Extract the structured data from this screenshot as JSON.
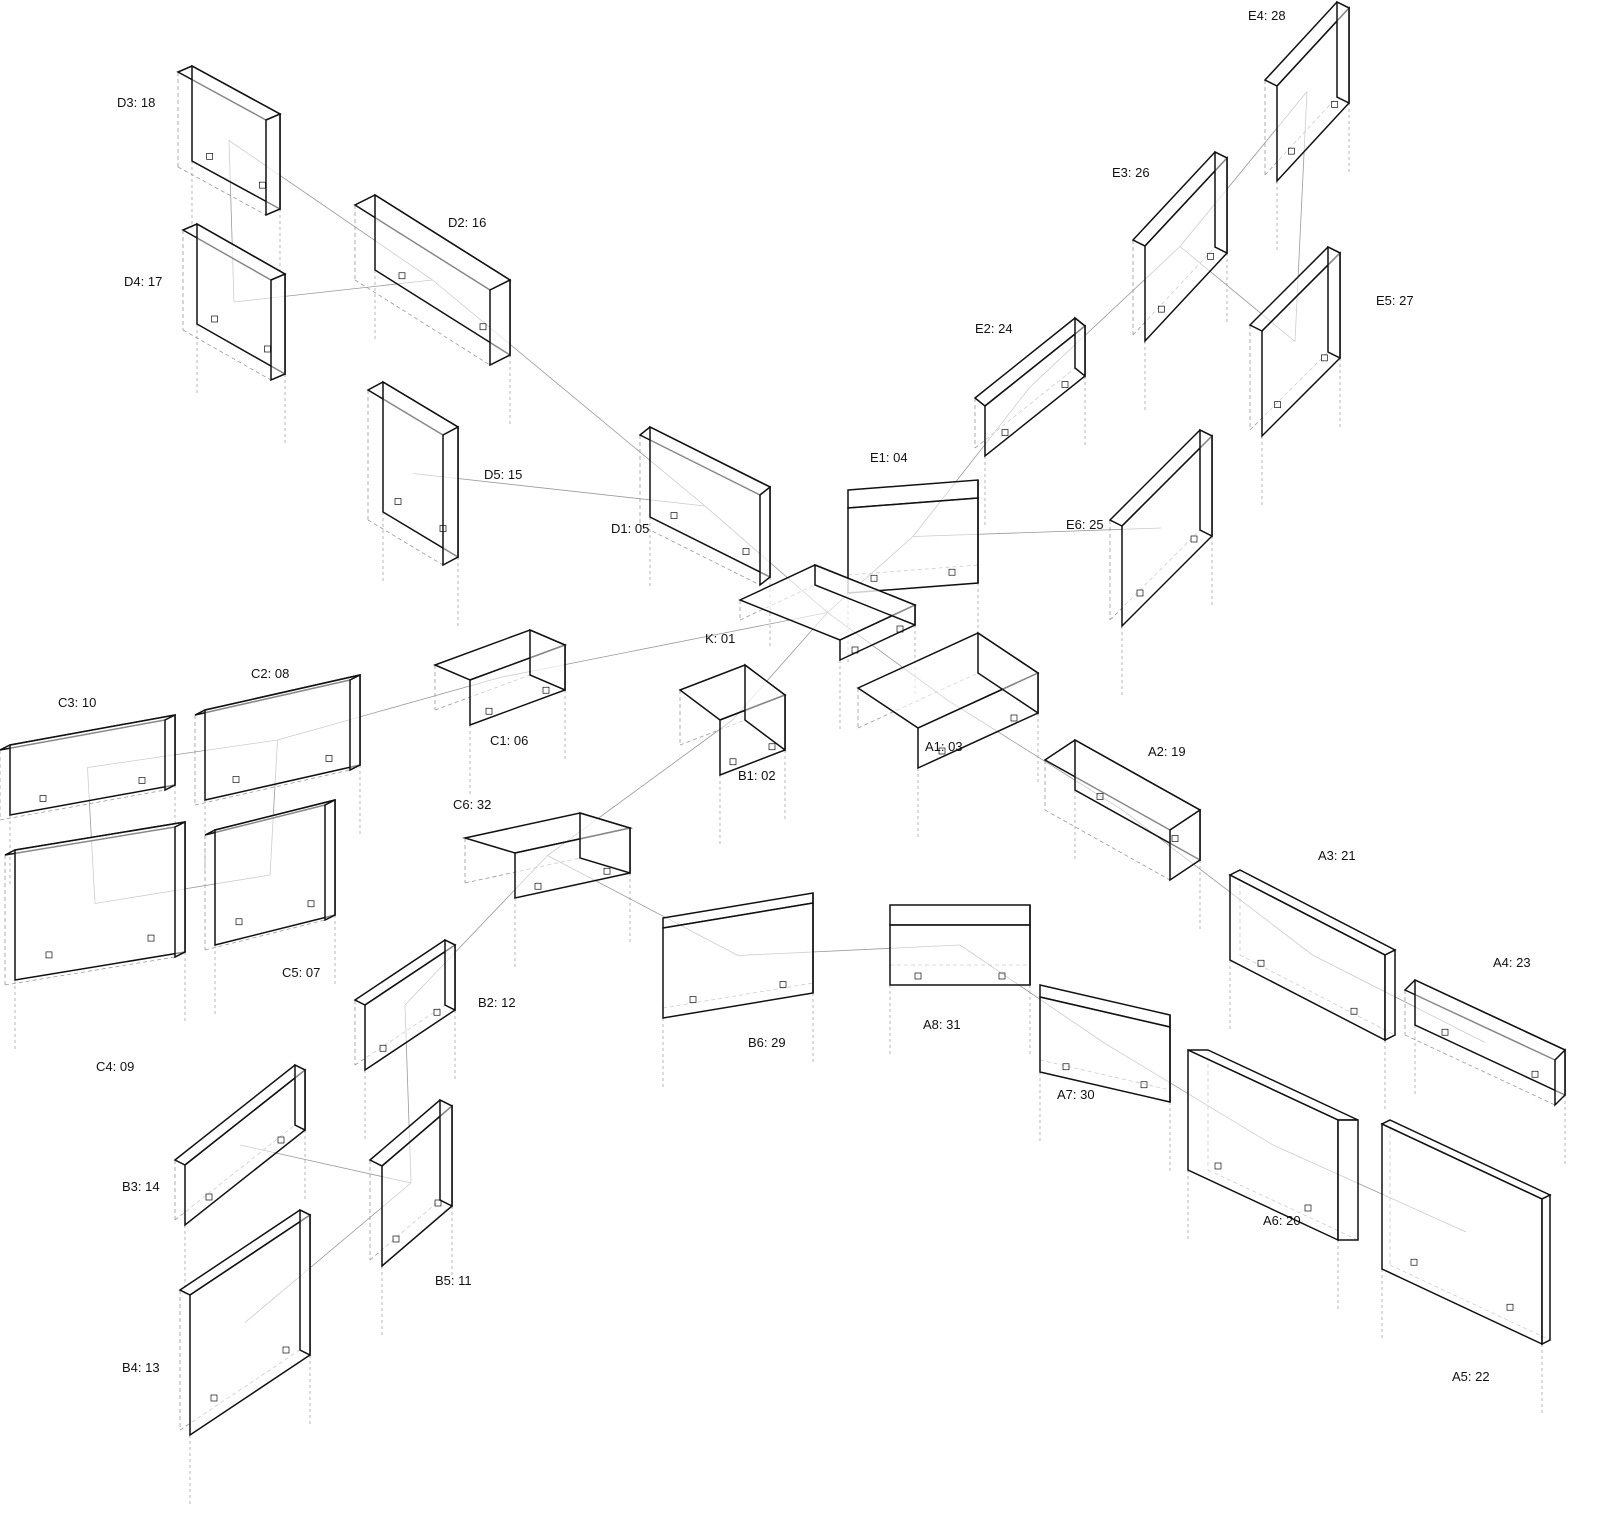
{
  "diagram": {
    "type": "exploded axonometric assembly",
    "colors": {
      "line": "#111111",
      "hidden_line": "#9a9a9a",
      "fill": "#ffffff"
    },
    "pieces": [
      {
        "label": "D3: 18"
      },
      {
        "label": "D2: 16"
      },
      {
        "label": "D4: 17"
      },
      {
        "label": "D5: 15"
      },
      {
        "label": "D1: 05"
      },
      {
        "label": "E1: 04"
      },
      {
        "label": "E2: 24"
      },
      {
        "label": "E3: 26"
      },
      {
        "label": "E4: 28"
      },
      {
        "label": "E5: 27"
      },
      {
        "label": "E6: 25"
      },
      {
        "label": "K: 01"
      },
      {
        "label": "C3: 10"
      },
      {
        "label": "C2: 08"
      },
      {
        "label": "C1: 06"
      },
      {
        "label": "B1: 02"
      },
      {
        "label": "A1: 03"
      },
      {
        "label": "A2: 19"
      },
      {
        "label": "C6: 32"
      },
      {
        "label": "A3: 21"
      },
      {
        "label": "C5: 07"
      },
      {
        "label": "B2: 12"
      },
      {
        "label": "A4: 23"
      },
      {
        "label": "A8: 31"
      },
      {
        "label": "B6: 29"
      },
      {
        "label": "C4: 09"
      },
      {
        "label": "A7: 30"
      },
      {
        "label": "B3: 14"
      },
      {
        "label": "A6: 20"
      },
      {
        "label": "B5: 11"
      },
      {
        "label": "B4: 13"
      },
      {
        "label": "A5: 22"
      }
    ]
  }
}
